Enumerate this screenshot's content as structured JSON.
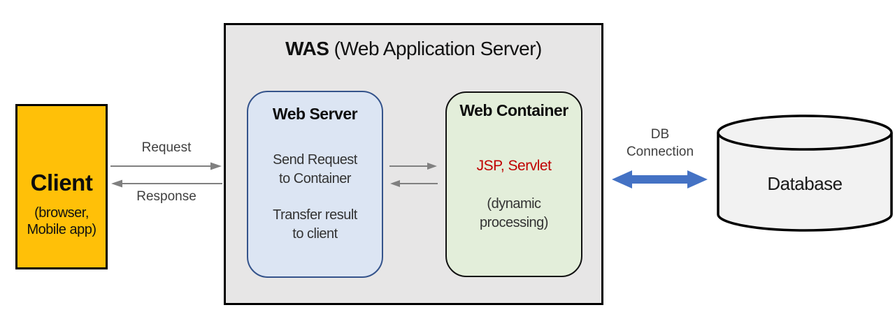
{
  "diagram": {
    "client": {
      "title": "Client",
      "subtitle": "(browser,\nMobile app)"
    },
    "was": {
      "title_bold": "WAS",
      "title_rest": " (Web Application Server)"
    },
    "web_server": {
      "title": "Web Server",
      "note1": "Send Request\nto Container",
      "note2": "Transfer result\nto client"
    },
    "web_container": {
      "title": "Web Container",
      "highlight": "JSP, Servlet",
      "note": "(dynamic\nprocessing)"
    },
    "database": {
      "title": "Database"
    },
    "labels": {
      "request": "Request",
      "response": "Response",
      "db_connection": "DB\nConnection"
    },
    "colors": {
      "client_fill": "#FFC008",
      "box_border": "#000000",
      "was_fill": "#E7E6E6",
      "web_server_fill": "#DCE5F3",
      "web_server_border": "#34538B",
      "web_container_fill": "#E3EEDA",
      "web_container_border": "#111111",
      "database_fill": "#F2F2F2",
      "arrow_gray": "#808080",
      "db_arrow_blue": "#4472C4",
      "highlight_red": "#C00000",
      "label_text": "#404040"
    }
  }
}
